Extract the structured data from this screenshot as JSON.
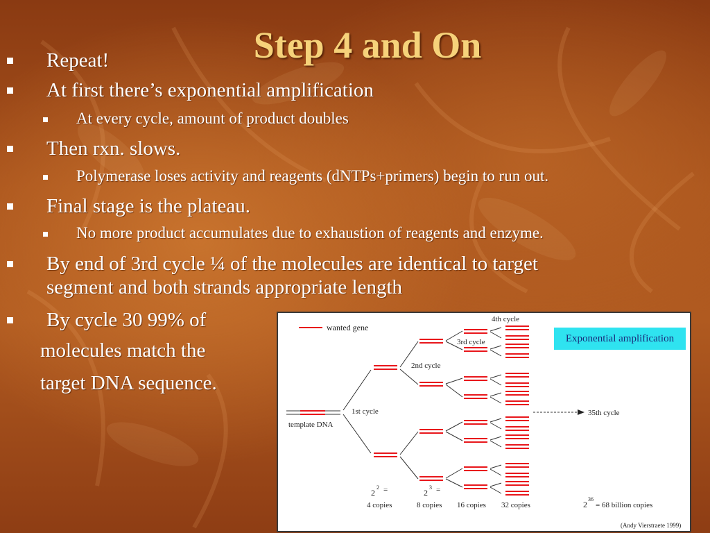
{
  "slide": {
    "title": "Step 4 and On",
    "bullets": [
      {
        "text": "Repeat!"
      },
      {
        "text": "At first there’s exponential amplification"
      },
      {
        "text": "At every cycle, amount of product doubles"
      },
      {
        "text": "Then rxn. slows."
      },
      {
        "text": " Polymerase loses activity and reagents (dNTPs+primers) begin to run out."
      },
      {
        "text": "Final stage is the plateau."
      },
      {
        "text": "No more product accumulates due to exhaustion of reagents and enzyme."
      },
      {
        "text": "By end of 3rd cycle ¼ of the molecules are identical to target"
      },
      {
        "text": "segment and both strands appropriate length"
      },
      {
        "text": "By cycle 30 99% of"
      },
      {
        "text": "molecules match the"
      },
      {
        "text": "target DNA sequence."
      }
    ]
  },
  "diagram": {
    "legend_label": "wanted gene",
    "highlight_label": "Exponential amplification",
    "template_label": "template DNA",
    "cycle_labels": {
      "c1": "1st cycle",
      "c2": "2nd cycle",
      "c3": "3rd cycle",
      "c4": "4th cycle",
      "c35": "35th cycle"
    },
    "copies": {
      "c1_base": "2",
      "c1_exp": "2",
      "c1_eq": "=",
      "c1_text": "4 copies",
      "c2_base": "2",
      "c2_exp": "3",
      "c2_eq": "=",
      "c2_text": "8 copies",
      "c3_text": "16 copies",
      "c4_text": "32 copies",
      "c35_base": "2",
      "c35_exp": "36",
      "c35_text": "= 68 billion copies"
    },
    "credit": "(Andy Vierstraete 1999)",
    "colors": {
      "gene": "#e8161b",
      "strand": "#333333",
      "highlight": "#2fe3f0"
    }
  }
}
